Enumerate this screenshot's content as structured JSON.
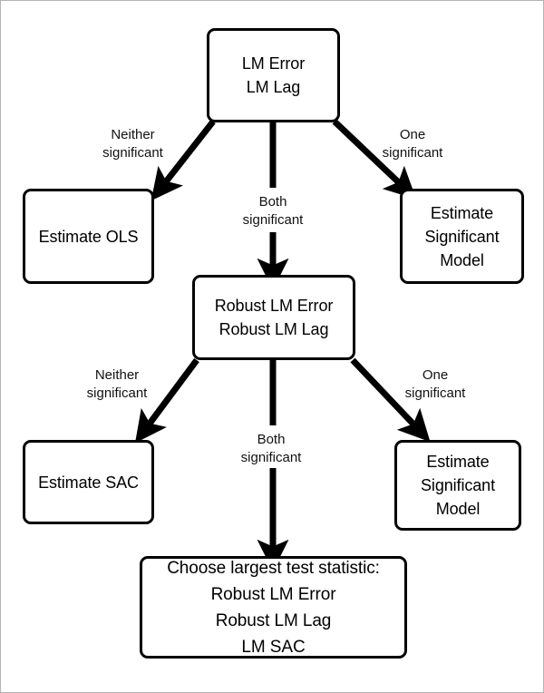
{
  "diagram": {
    "title": "Spatial model selection decision flowchart",
    "background": "#ffffff",
    "frame_border_color": "#b3b3b3",
    "stroke_color": "#000000",
    "nodes": [
      {
        "id": "lm-tests",
        "lines": [
          "LM Error",
          "LM Lag"
        ]
      },
      {
        "id": "estimate-ols",
        "lines": [
          "Estimate OLS"
        ]
      },
      {
        "id": "estimate-sig-1",
        "lines": [
          "Estimate",
          "Significant",
          "Model"
        ]
      },
      {
        "id": "robust-lm-tests",
        "lines": [
          "Robust LM Error",
          "Robust LM Lag"
        ]
      },
      {
        "id": "estimate-sac",
        "lines": [
          "Estimate SAC"
        ]
      },
      {
        "id": "estimate-sig-2",
        "lines": [
          "Estimate",
          "Significant",
          "Model"
        ]
      },
      {
        "id": "choose-largest",
        "lines": [
          "Choose largest test statistic:",
          "Robust LM Error",
          "Robust LM Lag",
          "LM SAC"
        ]
      }
    ],
    "edge_labels": [
      {
        "id": "top-left",
        "lines": [
          "Neither",
          "significant"
        ]
      },
      {
        "id": "top-center",
        "lines": [
          "Both",
          "significant"
        ]
      },
      {
        "id": "top-right",
        "lines": [
          "One",
          "significant"
        ]
      },
      {
        "id": "mid-left",
        "lines": [
          "Neither",
          "significant"
        ]
      },
      {
        "id": "mid-center",
        "lines": [
          "Both",
          "significant"
        ]
      },
      {
        "id": "mid-right",
        "lines": [
          "One",
          "significant"
        ]
      }
    ]
  }
}
